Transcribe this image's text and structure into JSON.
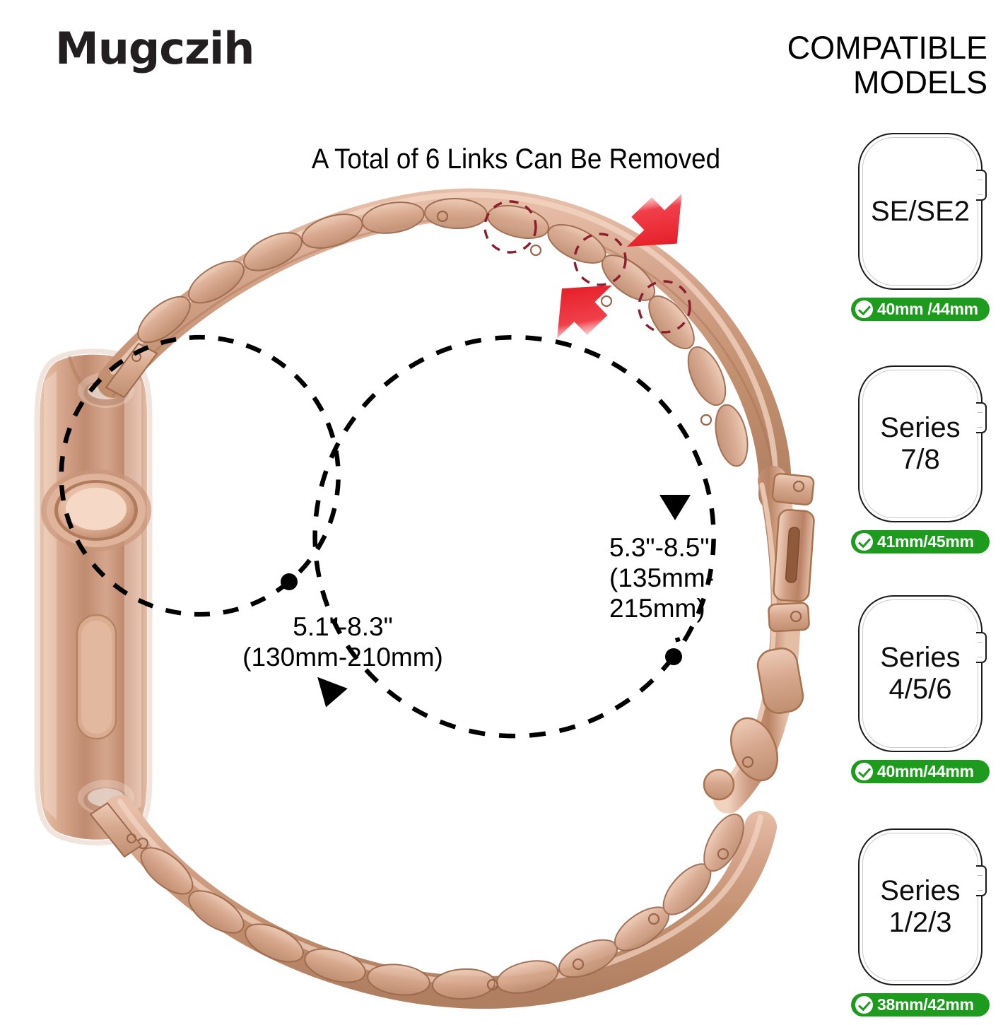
{
  "brand": {
    "name": "Mugczih"
  },
  "compatible_heading": {
    "line1": "COMPATIBLE",
    "line2": "MODELS"
  },
  "headline": {
    "text": "A Total of  6 Links Can Be Removed"
  },
  "measurements": {
    "inner": {
      "inches": "5.1\"-8.3\"",
      "mm": "(130mm-210mm)"
    },
    "outer": {
      "inches": "5.3\"-8.5\"",
      "mm_line1": "(135mm-",
      "mm_line2": "215mm)"
    }
  },
  "models": [
    {
      "label": "SE/SE2",
      "size": "40mm /44mm"
    },
    {
      "label": "Series\n7/8",
      "size": "41mm/45mm"
    },
    {
      "label": "Series\n4/5/6",
      "size": "40mm/44mm"
    },
    {
      "label": "Series\n1/2/3",
      "size": "38mm/42mm"
    }
  ],
  "colors": {
    "badge_green": "#1d9b1d",
    "arrow_red": "#e8141e",
    "marker_circle": "#8c1d2e",
    "rose_gold": "#c9937a",
    "rose_gold_light": "#e3b9a3",
    "rose_gold_dark": "#a87459",
    "text_black": "#000000"
  }
}
